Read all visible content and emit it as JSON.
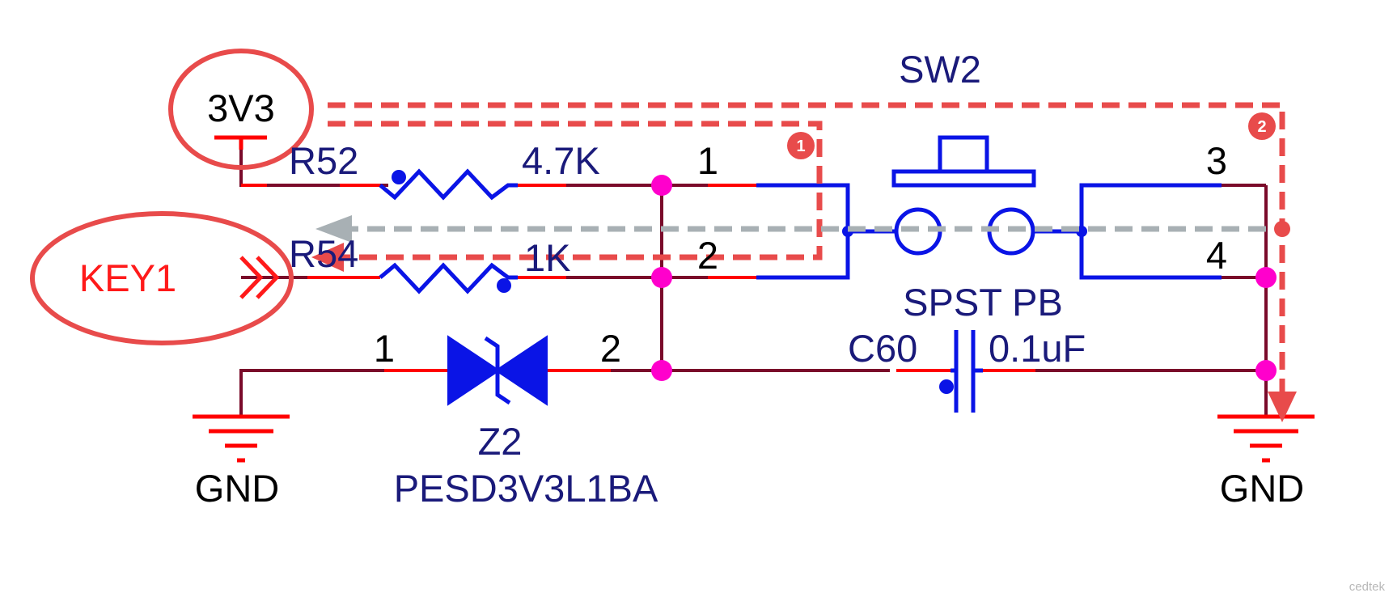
{
  "power": {
    "net": "3V3"
  },
  "signal": {
    "net": "KEY1"
  },
  "resistor_top": {
    "ref": "R52",
    "value": "4.7K"
  },
  "resistor_bottom": {
    "ref": "R54",
    "value": "1K"
  },
  "switch": {
    "ref": "SW2",
    "type": "SPST PB",
    "pins": [
      "1",
      "2",
      "3",
      "4"
    ]
  },
  "capacitor": {
    "ref": "C60",
    "value": "0.1uF"
  },
  "tvs": {
    "ref": "Z2",
    "part": "PESD3V3L1BA",
    "pins": [
      "1",
      "2"
    ]
  },
  "ground_left": {
    "label": "GND"
  },
  "ground_right": {
    "label": "GND"
  },
  "markers": [
    "1",
    "2"
  ],
  "watermark": "cedtek",
  "colors": {
    "wire": "#7a0a2a",
    "component": "#0a14e6",
    "pin": "#ff0000",
    "junction": "#ff00cc",
    "annotation": "#e84b4b",
    "current_path": "#a8b0b4"
  }
}
